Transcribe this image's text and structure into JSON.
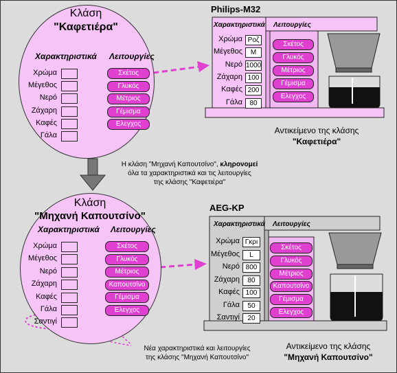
{
  "class1": {
    "title_line1": "Κλάση",
    "title_line2": "\"Καφετιέρα\"",
    "attributes_header": "Χαρακτηριστικά",
    "functions_header": "Λειτουργίες",
    "attributes": [
      "Χρώμα",
      "Μέγεθος",
      "Νερό",
      "Ζάχαρη",
      "Καφές",
      "Γάλα"
    ],
    "functions": [
      "Σκέτος",
      "Γλυκός",
      "Μέτριος",
      "Γέμισμα",
      "Ελεγχος"
    ]
  },
  "object1": {
    "name": "Philips-M32",
    "attributes_header": "Χαρακτηριστικά",
    "functions_header": "Λειτουργίες",
    "attributes": [
      {
        "label": "Χρώμα",
        "value": "Ροζ"
      },
      {
        "label": "Μέγεθος",
        "value": "M"
      },
      {
        "label": "Νερό",
        "value": "1000"
      },
      {
        "label": "Ζάχαρη",
        "value": "100"
      },
      {
        "label": "Καφές",
        "value": "200"
      },
      {
        "label": "Γάλα",
        "value": "80"
      }
    ],
    "functions": [
      "Σκέτος",
      "Γλυκός",
      "Μέτριος",
      "Γέμισμα",
      "Ελεγχος"
    ],
    "caption_line1": "Αντικείμενο της κλάσης",
    "caption_line2": "\"Καφετιέρα\""
  },
  "inheritance_note": {
    "line1_pre": "Η κλάση \"Μηχανή Καπουτσίνο\", ",
    "line1_bold": "κληρονομεί",
    "line2": "όλα τα χαρακτηριστικά και τις λειτουργίες",
    "line3": "της κλάσης \"Καφετιέρα\""
  },
  "class2": {
    "title_line1": "Κλάση",
    "title_line2": "\"Μηχανή Καπουτσίνο\"",
    "attributes_header": "Χαρακτηριστικά",
    "functions_header": "Λειτουργίες",
    "attributes": [
      "Χρώμα",
      "Μέγεθος",
      "Νερό",
      "Ζάχαρη",
      "Καφές",
      "Γάλα",
      "Σαντιγί"
    ],
    "functions": [
      "Σκέτος",
      "Γλυκός",
      "Μέτριος",
      "Καπουτσίνο",
      "Γέμισμα",
      "Ελεγχος"
    ]
  },
  "object2": {
    "name": "AEG-KP",
    "attributes_header": "Χαρακτηριστικά",
    "functions_header": "Λειτουργίες",
    "attributes": [
      {
        "label": "Χρώμα",
        "value": "Γκρι"
      },
      {
        "label": "Μέγεθος",
        "value": "L"
      },
      {
        "label": "Νερό",
        "value": "800"
      },
      {
        "label": "Ζάχαρη",
        "value": "80"
      },
      {
        "label": "Καφές",
        "value": "100"
      },
      {
        "label": "Γάλα",
        "value": "50"
      },
      {
        "label": "Σαντιγί",
        "value": "20"
      }
    ],
    "functions": [
      "Σκέτος",
      "Γλυκός",
      "Μέτριος",
      "Καπουτσίνο",
      "Γέμισμα",
      "Ελεγχος"
    ],
    "caption_line1": "Αντικείμενο της κλάσης",
    "caption_line2": "\"Μηχανή Καπουτσίνο\""
  },
  "new_features_note": {
    "line1": "Νέα χαρακτηριστικά και λειτουργίες",
    "line2": "της κλάσης \"Μηχανή Καπουτσίνο\""
  },
  "colors": {
    "pink_light": "#f7c4f7",
    "magenta": "#e040d0",
    "arrow": "#e040d0",
    "panel_gray": "#cfcfcf"
  }
}
